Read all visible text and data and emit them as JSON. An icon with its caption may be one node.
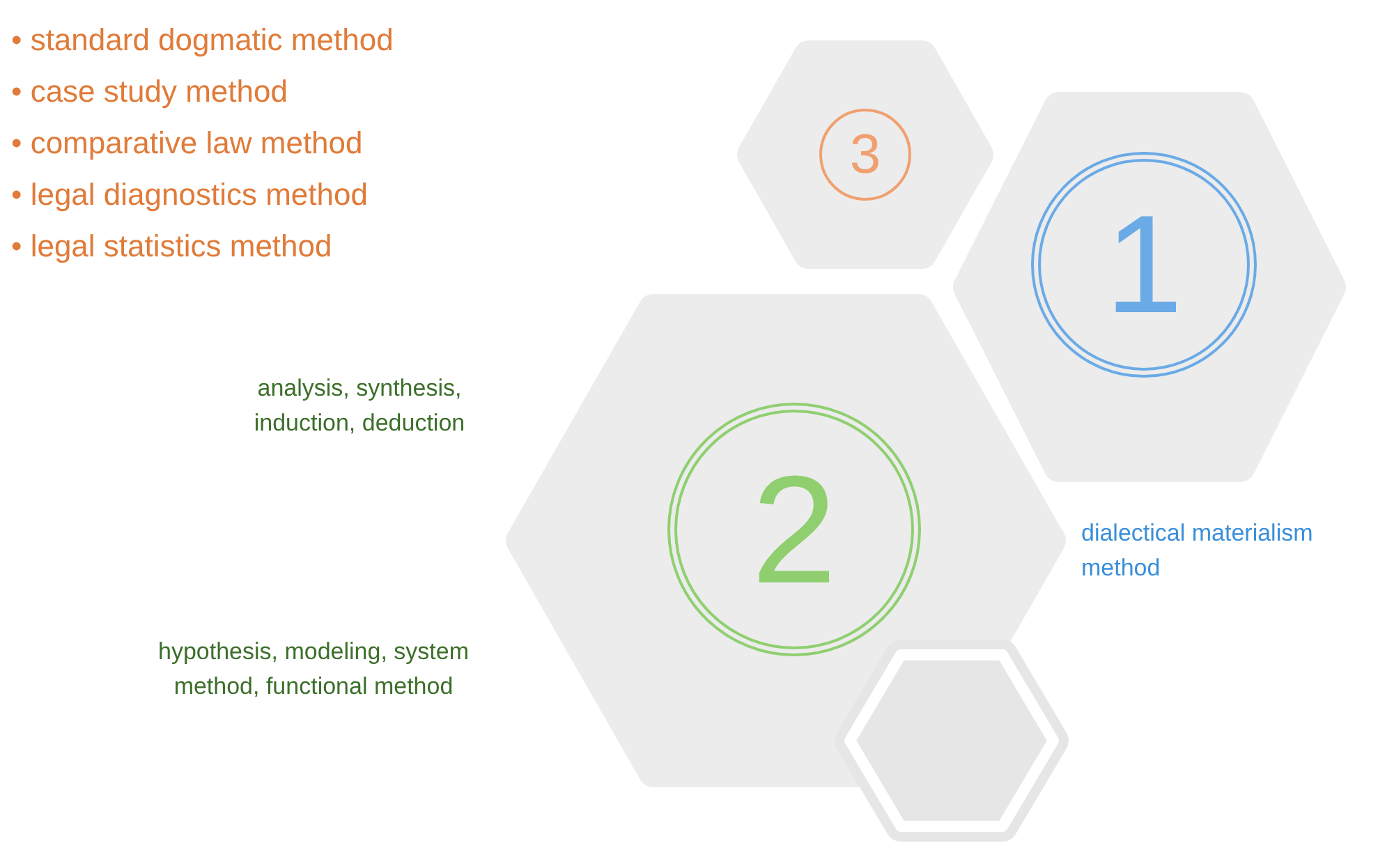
{
  "diagram": {
    "nodes": [
      {
        "text": [],
        "shape": "hexagon"
      },
      {
        "text": [
          "3"
        ],
        "in": 0
      },
      {
        "text": [],
        "shape": "hexagon"
      },
      {
        "text": [
          "1"
        ],
        "in": 2
      },
      {
        "text": [],
        "shape": "hexagon"
      },
      {
        "text": [
          "2"
        ],
        "in": 4
      },
      {
        "text": [],
        "shape": "hexagon"
      }
    ],
    "edges": [],
    "labels": [
      "• standard dogmatic method",
      "• case study method",
      "• comparative law method",
      "• legal diagnostics method",
      "• legal statistics method",
      "analysis, synthesis, induction, deduction",
      "hypothesis, modeling, system method, functional method",
      "dialectical materialism method"
    ]
  }
}
